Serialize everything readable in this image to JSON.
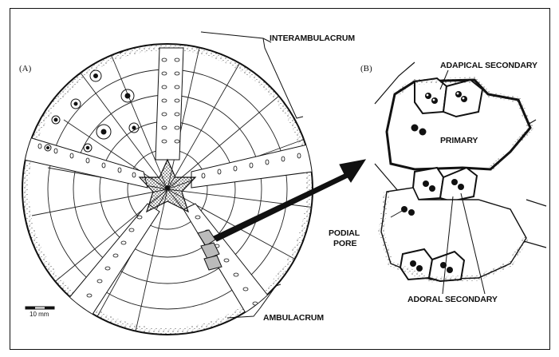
{
  "figure": {
    "panel_a": "(A)",
    "panel_b": "(B)",
    "labels": {
      "interambulacrum": "INTERAMBULACRUM",
      "ambulacrum": "AMBULACRUM",
      "adapical_secondary": "ADAPICAL SECONDARY",
      "primary": "PRIMARY",
      "podial_pore_line1": "PODIAL",
      "podial_pore_line2": "PORE",
      "adoral_secondary": "ADORAL SECONDARY"
    },
    "scale_bar": "10 mm"
  }
}
